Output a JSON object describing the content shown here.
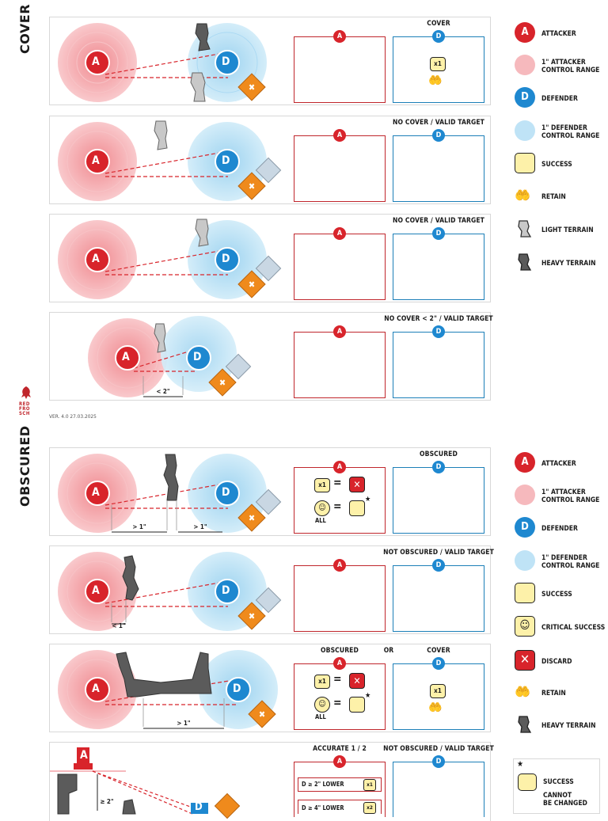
{
  "sections": {
    "cover_title": "COVER",
    "obscured_title": "OBSCURED"
  },
  "logo": {
    "line1": "RED",
    "line2": "FRO",
    "line3": "SCH"
  },
  "version": "VER. 4.0    27.03.2025",
  "panels": [
    {
      "header": "COVER",
      "a": "A",
      "d": "D",
      "dim": ""
    },
    {
      "header": "NO COVER / VALID TARGET",
      "a": "A",
      "d": "D",
      "dim": ""
    },
    {
      "header": "NO COVER / VALID TARGET",
      "a": "A",
      "d": "D",
      "dim": ""
    },
    {
      "header": "NO COVER < 2\" / VALID TARGET",
      "a": "A",
      "d": "D",
      "dim": "< 2\""
    },
    {
      "header": "OBSCURED",
      "a": "A",
      "d": "D",
      "dim1": "> 1\"",
      "dim2": "> 1\""
    },
    {
      "header": "NOT OBSCURED / VALID TARGET",
      "a": "A",
      "d": "D",
      "dim": "< 1\""
    },
    {
      "header_left": "OBSCURED",
      "header_or": "OR",
      "header_right": "COVER",
      "a": "A",
      "d": "D",
      "dim": "> 1\""
    },
    {
      "header_left": "ACCURATE 1 / 2",
      "header_right": "NOT OBSCURED / VALID TARGET",
      "a": "A",
      "d": "D",
      "dim": "≥ 2\""
    }
  ],
  "cover_box": {
    "x1": "x1"
  },
  "obscured_box": {
    "x1": "x1",
    "all": "ALL",
    "star": "★"
  },
  "accurate_box": {
    "row1": "D ≥ 2\" LOWER",
    "row1_badge": "x1",
    "row2": "D ≥ 4\" LOWER",
    "row2_badge": "x2"
  },
  "legend_top": [
    {
      "icon": "attacker-icon",
      "label": "ATTACKER"
    },
    {
      "icon": "attacker-range-icon",
      "label": "1\" ATTACKER\nCONTROL RANGE"
    },
    {
      "icon": "defender-icon",
      "label": "DEFENDER"
    },
    {
      "icon": "defender-range-icon",
      "label": "1\" DEFENDER\nCONTROL RANGE"
    },
    {
      "icon": "success-icon",
      "label": "SUCCESS"
    },
    {
      "icon": "retain-icon",
      "label": "RETAIN"
    },
    {
      "icon": "light-terrain-icon",
      "label": "LIGHT TERRAIN"
    },
    {
      "icon": "heavy-terrain-icon",
      "label": "HEAVY TERRAIN"
    }
  ],
  "legend_bottom": [
    {
      "icon": "attacker-icon",
      "label": "ATTACKER"
    },
    {
      "icon": "attacker-range-icon",
      "label": "1\" ATTACKER\nCONTROL RANGE"
    },
    {
      "icon": "defender-icon",
      "label": "DEFENDER"
    },
    {
      "icon": "defender-range-icon",
      "label": "1\" DEFENDER\nCONTROL RANGE"
    },
    {
      "icon": "success-icon",
      "label": "SUCCESS"
    },
    {
      "icon": "critical-success-icon",
      "label": "CRITICAL SUCCESS"
    },
    {
      "icon": "discard-icon",
      "label": "DISCARD"
    },
    {
      "icon": "retain-icon",
      "label": "RETAIN"
    },
    {
      "icon": "heavy-terrain-icon",
      "label": "HEAVY TERRAIN"
    }
  ],
  "legend_note": {
    "star": "★",
    "success": "SUCCESS",
    "cannot": "CANNOT\nBE CHANGED"
  },
  "colors": {
    "attacker": "#d8242b",
    "attacker_range": "#f6b9bd",
    "defender": "#1e88d0",
    "defender_range": "#bfe3f6",
    "success": "#fdf1a9",
    "orange": "#ef8a1c",
    "heavy": "#5b5b5b",
    "light": "#c8c8c8"
  }
}
